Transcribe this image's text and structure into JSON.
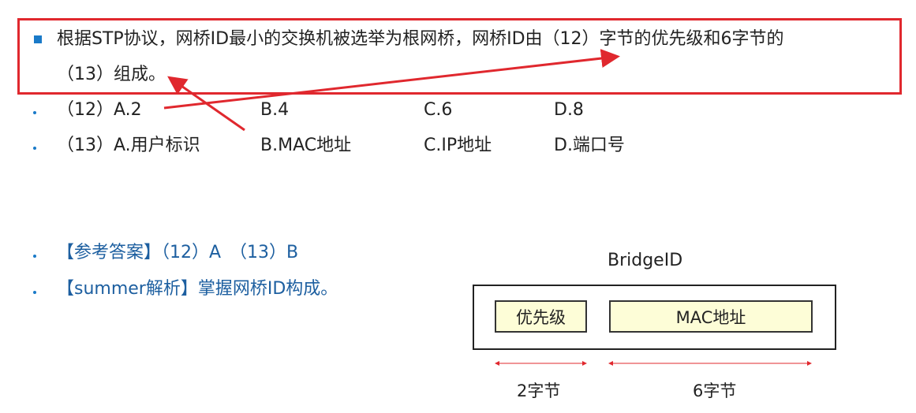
{
  "question": {
    "line1": "根据STP协议，网桥ID最小的交换机被选举为根网桥，网桥ID由（12）字节的优先级和6字节的",
    "line2": "（13）组成。"
  },
  "options": [
    {
      "label": "（12）A.2",
      "b": "B.4",
      "c": "C.6",
      "d": "D.8"
    },
    {
      "label": "（13）A.用户标识",
      "b": "B.MAC地址",
      "c": "C.IP地址",
      "d": "D.端口号"
    }
  ],
  "answer": {
    "label": "【参考答案】（12）A　（13）B",
    "analysis": "【summer解析】掌握网桥ID构成。"
  },
  "diagram": {
    "title": "BridgeID",
    "field1": "优先级",
    "field2": "MAC地址",
    "size1": "2字节",
    "size2": "6字节"
  },
  "colors": {
    "highlight": "#e0282e",
    "bullet": "#1a7ac8",
    "answer": "#1d5fa0"
  }
}
